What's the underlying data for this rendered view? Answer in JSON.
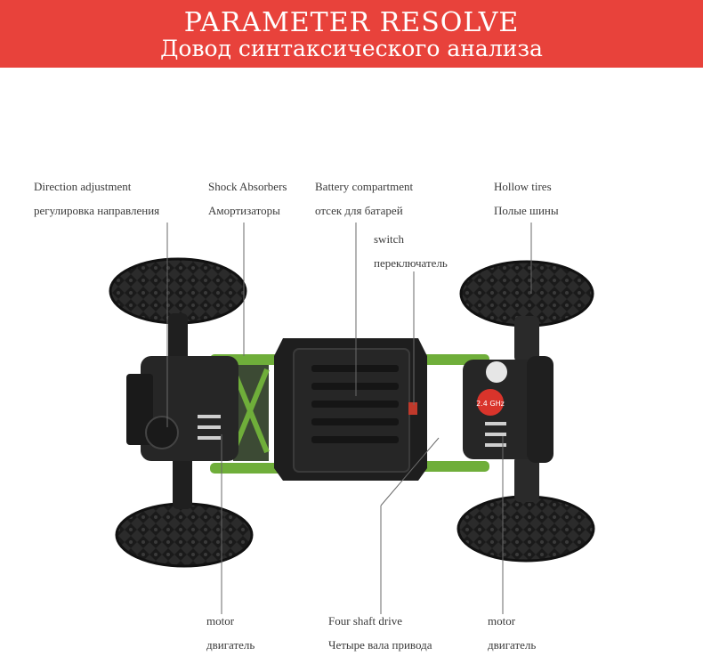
{
  "banner": {
    "title": "PARAMETER RESOLVE",
    "subtitle": "Довод синтаксического анализа"
  },
  "labels": {
    "direction_en": "Direction adjustment",
    "direction_ru": "регулировка направления",
    "shock_en": "Shock Absorbers",
    "shock_ru": "Амортизаторы",
    "battery_en": "Battery compartment",
    "battery_ru": "отсек для батарей",
    "switch_en": "switch",
    "switch_ru": "переключатель",
    "tires_en": "Hollow tires",
    "tires_ru": "Полые шины",
    "motor_left_en": "motor",
    "motor_left_ru": "двигатель",
    "drive_en": "Four shaft drive",
    "drive_ru": "Четыре вала привода",
    "motor_right_en": "motor",
    "motor_right_ru": "двигатель"
  },
  "badge": {
    "text": "2.4 GHz"
  },
  "colors": {
    "banner": "#e8423b",
    "frame_green": "#6fae3a",
    "body_dark": "#1e1e1e"
  }
}
